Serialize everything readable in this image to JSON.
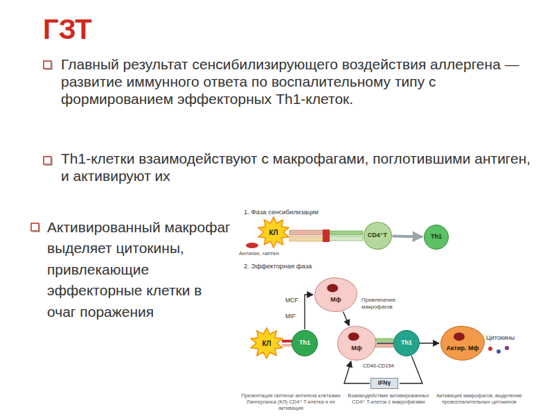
{
  "diagram": {
    "title": "ГЗТ",
    "nodes": [
      {
        "text": [
          "КЛ"
        ]
      },
      {
        "text": [
          "CD4⁺T"
        ]
      },
      {
        "text": [
          "Th1"
        ]
      },
      {
        "text": [
          "Мф"
        ]
      },
      {
        "text": [
          "КЛ"
        ]
      },
      {
        "text": [
          "Th1"
        ]
      },
      {
        "text": [
          "Мф"
        ]
      },
      {
        "text": [
          "Th1"
        ]
      },
      {
        "text": [
          "IFNγ"
        ]
      },
      {
        "text": [
          "Актир. Мф"
        ]
      }
    ],
    "edges": [
      {
        "from": 1,
        "to": 2,
        "arrow": "to"
      },
      {
        "from": 5,
        "to": 3,
        "arrow": "to"
      },
      {
        "from": 3,
        "to": 6,
        "arrow": "to"
      },
      {
        "from": 6,
        "to": 9,
        "arrow": "to"
      },
      {
        "from": 7,
        "to": 8,
        "arrow": "none"
      },
      {
        "from": 8,
        "to": 6,
        "arrow": "to"
      }
    ],
    "labels": [
      "Главный результат сенсибилизирующего воздействия аллергена — развитие иммунного ответа по воспалительному типу с формированием эффекторных Th1-клеток.",
      "Th1-клетки взаимодействуют с макрофагами, поглотившими антиген, и активируют их",
      "Активированный макрофаг выделяет цитокины, привлекающие эффекторные клетки в очаг поражения",
      "1. Фаза сенсибилизации",
      "Антиген, гаптен",
      "2. Эффекторная фаза",
      "Привлечение макрофагов",
      "MCF",
      "MIF",
      "CD40-CD154",
      "Цитокины",
      "Презентация гаптена/ антигена клетками Лангерганса (КЛ) CD4⁺ T-клетка и их активация",
      "Взаимодействие активированных CD4⁺ T-клеток с макрофагами",
      "Активация макрофагов, выделение провоспалительных цитокинов"
    ]
  }
}
